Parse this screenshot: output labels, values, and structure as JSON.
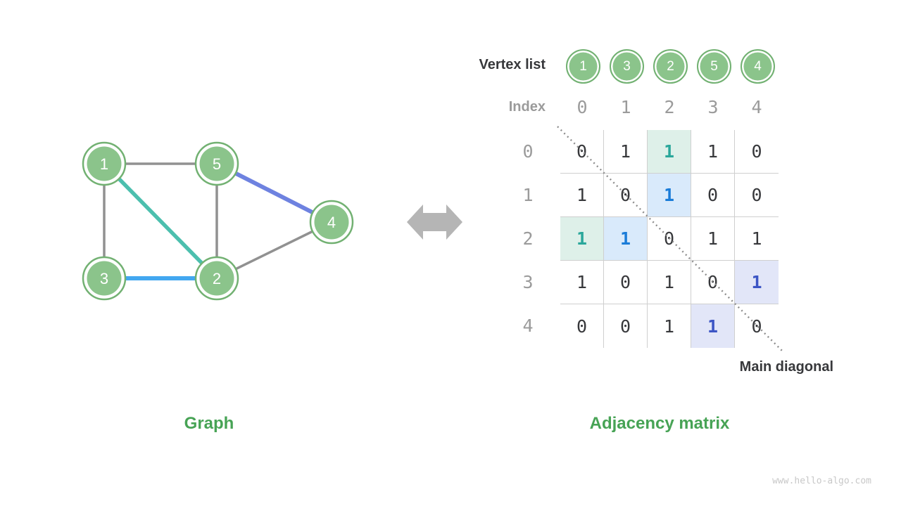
{
  "figure": {
    "watermark": "www.hello-algo.com"
  },
  "colors": {
    "node_fill": "#8bc48b",
    "node_ring": "#72b172",
    "caption_green": "#47a355",
    "edge_gray": "#919191",
    "edge_teal": "#4cbfae",
    "edge_skyblue": "#42a7f0",
    "edge_periwinkle": "#6e82e0",
    "arrow_gray": "#b5b5b5",
    "grid_line": "#cfcfcf",
    "highlight_teal_bg": "#def0e9",
    "highlight_teal_text": "#2aa79b",
    "highlight_blue_bg": "#d9eafb",
    "highlight_blue_text": "#1a7cd8",
    "highlight_indigo_bg": "#e2e6f8",
    "highlight_indigo_text": "#3c55c5",
    "text_dark": "#37383b",
    "text_gray": "#9b9b9b"
  },
  "graph_panel": {
    "caption": "Graph",
    "nodes": [
      {
        "label": "1"
      },
      {
        "label": "5"
      },
      {
        "label": "4"
      },
      {
        "label": "3"
      },
      {
        "label": "2"
      }
    ],
    "edges": [
      {
        "from": "1",
        "to": "5",
        "color": "#919191"
      },
      {
        "from": "1",
        "to": "3",
        "color": "#919191"
      },
      {
        "from": "5",
        "to": "2",
        "color": "#919191"
      },
      {
        "from": "2",
        "to": "4",
        "color": "#919191"
      },
      {
        "from": "1",
        "to": "2",
        "color": "#4cbfae"
      },
      {
        "from": "3",
        "to": "2",
        "color": "#42a7f0"
      },
      {
        "from": "5",
        "to": "4",
        "color": "#6e82e0"
      }
    ]
  },
  "matrix_panel": {
    "caption": "Adjacency matrix",
    "vertex_list_label": "Vertex list",
    "index_label": "Index",
    "main_diagonal_label": "Main diagonal",
    "vertex_list": [
      "1",
      "3",
      "2",
      "5",
      "4"
    ],
    "col_indices": [
      "0",
      "1",
      "2",
      "3",
      "4"
    ],
    "row_indices": [
      "0",
      "1",
      "2",
      "3",
      "4"
    ],
    "matrix": [
      [
        "0",
        "1",
        "1",
        "1",
        "0"
      ],
      [
        "1",
        "0",
        "1",
        "0",
        "0"
      ],
      [
        "1",
        "1",
        "0",
        "1",
        "1"
      ],
      [
        "1",
        "0",
        "1",
        "0",
        "1"
      ],
      [
        "0",
        "0",
        "1",
        "1",
        "0"
      ]
    ],
    "highlights": [
      {
        "row": 0,
        "col": 2,
        "style": "teal"
      },
      {
        "row": 1,
        "col": 2,
        "style": "blue"
      },
      {
        "row": 2,
        "col": 0,
        "style": "teal"
      },
      {
        "row": 2,
        "col": 1,
        "style": "blue"
      },
      {
        "row": 3,
        "col": 4,
        "style": "indigo"
      },
      {
        "row": 4,
        "col": 3,
        "style": "indigo"
      }
    ]
  }
}
